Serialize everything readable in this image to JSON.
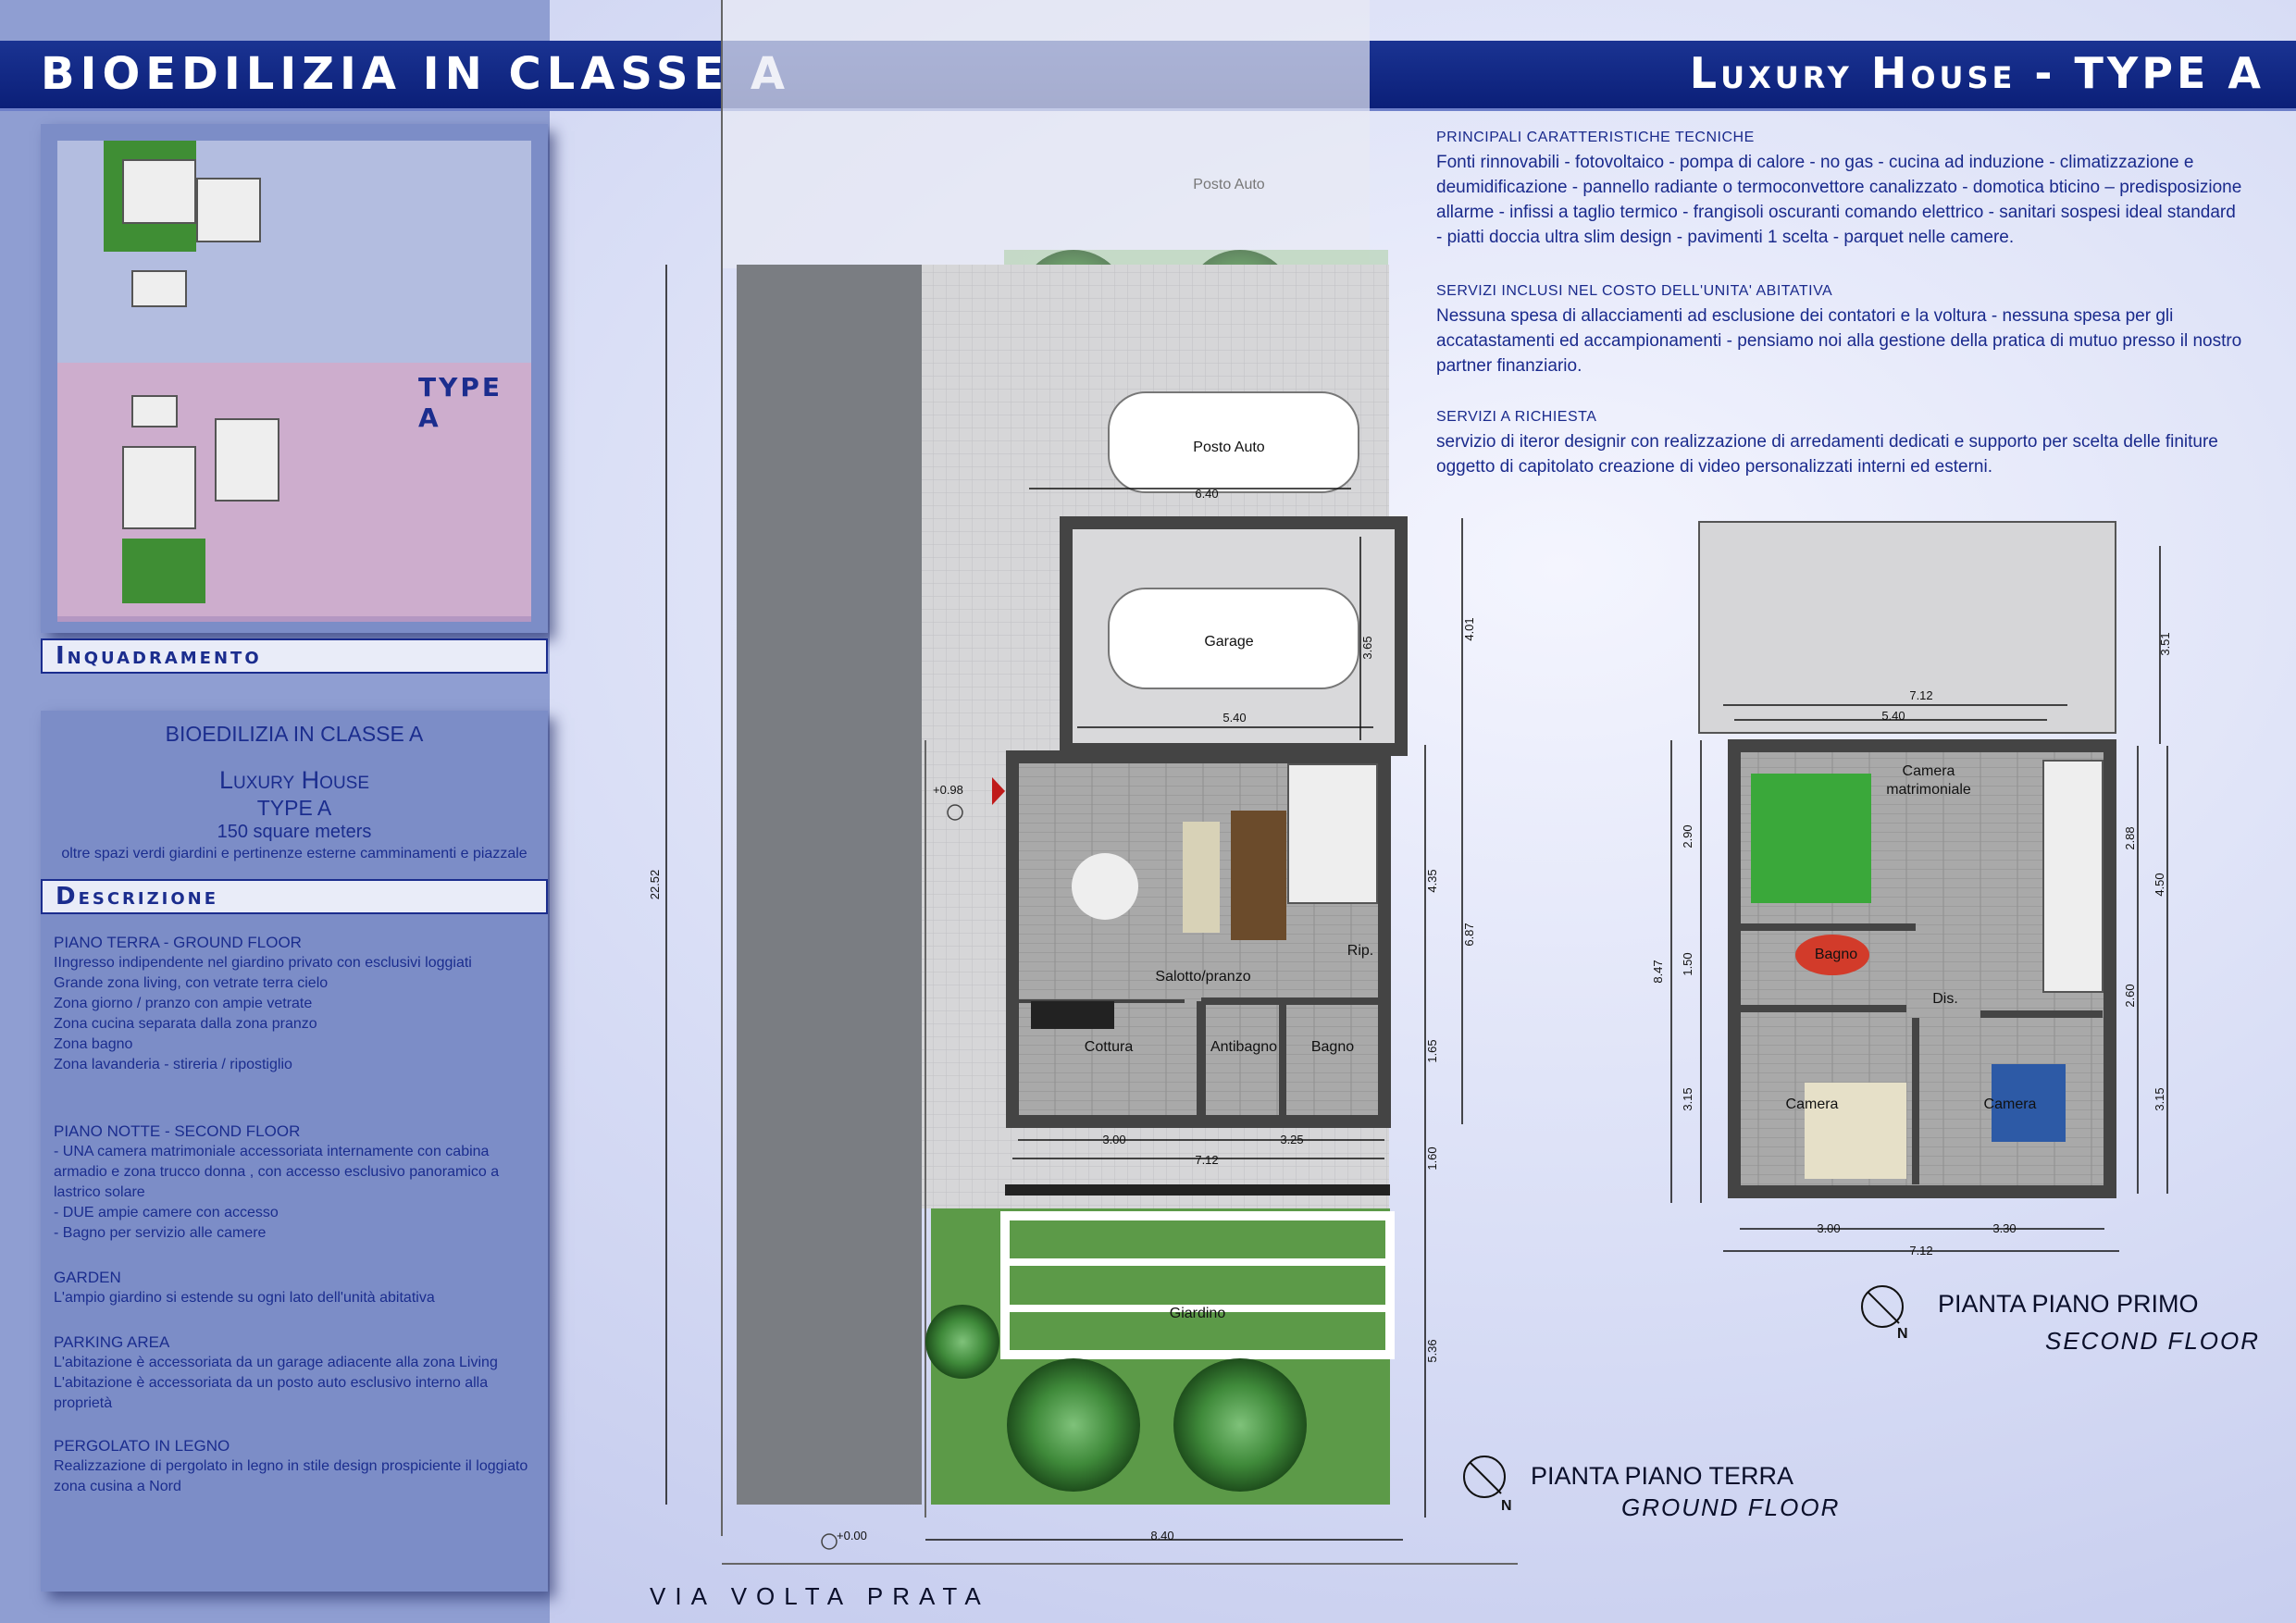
{
  "header": {
    "left_title": "BIOEDILIZIA IN CLASSE A",
    "right_title_prefix": "Luxury House - ",
    "right_title_bold": "TYPE A"
  },
  "site_panel": {
    "type_label": "TYPE A",
    "section_title": "Inquadramento"
  },
  "summary": {
    "line1": "BIOEDILIZIA IN CLASSE A",
    "line2": "Luxury House",
    "line3": "TYPE A",
    "line4": "150 square meters",
    "line5": "oltre spazi verdi giardini e pertinenze esterne camminamenti e piazzale",
    "section_title": "Descrizione"
  },
  "description": {
    "ground_title": "PIANO TERRA  - GROUND FLOOR",
    "ground_lines": [
      "IIngresso indipendente nel giardino privato con esclusivi loggiati",
      "Grande zona living, con vetrate terra cielo",
      "Zona giorno / pranzo con ampie vetrate",
      "Zona cucina separata dalla zona pranzo",
      "Zona bagno",
      "Zona lavanderia - stireria / ripostiglio"
    ],
    "night_title": "PIANO NOTTE - SECOND FLOOR",
    "night_lines": [
      "- UNA camera matrimoniale  accessoriata internamente con  cabina",
      "armadio e  zona trucco donna , con accesso esclusivo panoramico a",
      "lastrico solare",
      "- DUE ampie camere  con accesso",
      "- Bagno per servizio alle camere"
    ],
    "garden_title": "GARDEN",
    "garden_lines": [
      "L'ampio giardino si estende su ogni lato dell'unità abitativa"
    ],
    "parking_title": "PARKING AREA",
    "parking_lines": [
      "L'abitazione è accessoriata da un garage adiacente alla zona Living",
      "L'abitazione è accessoriata da un posto auto esclusivo  interno alla",
      "proprietà"
    ],
    "pergola_title": "PERGOLATO  IN LEGNO",
    "pergola_lines": [
      "Realizzazione di pergolato in legno in stile design prospiciente il loggiato",
      "zona cusina a Nord"
    ]
  },
  "info": {
    "tech_title": "PRINCIPALI CARATTERISTICHE TECNICHE",
    "tech_lines": [
      "Fonti rinnovabili - fotovoltaico - pompa di calore - no gas - cucina ad induzione - climatizzazione e",
      "deumidificazione - pannello radiante o termoconvettore canalizzato -  domotica bticino – predisposizione",
      "allarme - infissi a taglio termico - frangisoli oscuranti comando elettrico  - sanitari sospesi ideal standard",
      "- piatti doccia ultra slim design - pavimenti 1 scelta - parquet nelle camere."
    ],
    "services_title": "SERVIZI INCLUSI NEL COSTO DELL'UNITA' ABITATIVA",
    "services_lines": [
      "Nessuna spesa di allacciamenti ad esclusione dei contatori e la voltura - nessuna spesa per gli",
      "accatastamenti ed accampionamenti - pensiamo noi alla gestione della pratica di mutuo presso il nostro",
      "partner finanziario."
    ],
    "request_title": "SERVIZI A RICHIESTA",
    "request_lines": [
      "servizio di iteror designir con realizzazione di arredamenti dedicati e supporto per scelta delle finiture",
      "oggetto di capitolato creazione di video personalizzati interni ed esterni."
    ]
  },
  "ground_plan": {
    "title": "PIANTA PIANO TERRA",
    "subtitle": "GROUND FLOOR",
    "north": "N",
    "rooms": {
      "posto_auto_top": "Posto Auto",
      "posto_auto": "Posto Auto",
      "garage": "Garage",
      "salotto": "Salotto/pranzo",
      "rip": "Rip.",
      "cottura": "Cottura",
      "antibagno": "Antibagno",
      "bagno": "Bagno",
      "giardino": "Giardino"
    },
    "dims": {
      "d640": "6.40",
      "d540": "5.40",
      "d365": "3.65",
      "d401": "4.01",
      "d435": "4.35",
      "d687": "6.87",
      "d165": "1.65",
      "d300": "3.00",
      "d325": "3.25",
      "d712": "7.12",
      "d160": "1.60",
      "d536": "5.36",
      "d2252": "22.52",
      "d840": "8.40",
      "lvl098": "+0.98",
      "lvl000": "+0.00"
    }
  },
  "first_plan": {
    "title": "PIANTA PIANO PRIMO",
    "subtitle": "SECOND FLOOR",
    "north": "N",
    "rooms": {
      "camera_mat": "Camera",
      "camera_mat2": "matrimoniale",
      "bagno": "Bagno",
      "dis": "Dis.",
      "camera1": "Camera",
      "camera2": "Camera"
    },
    "dims": {
      "d712_top": "7.12",
      "d540": "5.40",
      "d351": "3.51",
      "d290": "2.90",
      "d150": "1.50",
      "d315_l": "3.15",
      "d847": "8.47",
      "d288": "2.88",
      "d450": "4.50",
      "d260": "2.60",
      "d315_r": "3.15",
      "d300": "3.00",
      "d330": "3.30",
      "d712": "7.12"
    }
  },
  "street": "VIA   VOLTA   PRATA"
}
